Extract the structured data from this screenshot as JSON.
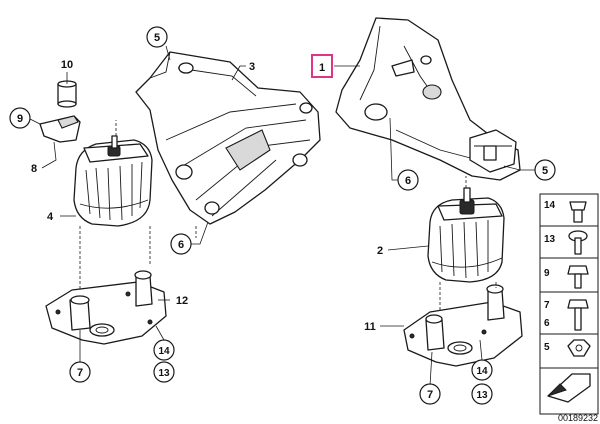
{
  "callouts": {
    "c1": "1",
    "c2": "2",
    "c3": "3",
    "c4": "4",
    "c5a": "5",
    "c5b": "5",
    "c6a": "6",
    "c6b": "6",
    "c7a": "7",
    "c7b": "7",
    "c8": "8",
    "c9": "9",
    "c10": "10",
    "c11": "11",
    "c12": "12",
    "c13a": "13",
    "c13b": "13",
    "c14a": "14",
    "c14b": "14"
  },
  "legend": {
    "items": [
      "14",
      "13",
      "9",
      "7",
      "6",
      "5"
    ]
  },
  "document_number": "00189232",
  "colors": {
    "highlight": "#e0338a",
    "line": "#1a1a1a"
  }
}
